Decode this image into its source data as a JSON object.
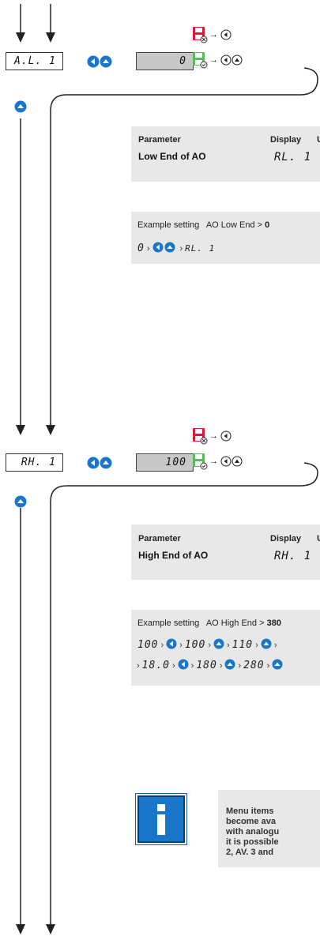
{
  "section1": {
    "menu_display": "A.L. 1",
    "value_display": "0",
    "parameter_table": {
      "col_parameter": "Parameter",
      "col_display": "Display",
      "col_unit": "U",
      "row_name": "Low End of AO",
      "row_display": "RL. 1"
    },
    "example": {
      "label": "Example setting",
      "setting": "AO Low End >",
      "value": "0",
      "seq_value": "0",
      "seq_result": "RL. 1"
    }
  },
  "section2": {
    "menu_display": "RH. 1",
    "value_display": "100",
    "parameter_table": {
      "col_parameter": "Parameter",
      "col_display": "Display",
      "col_unit": "U",
      "row_name": "High End of AO",
      "row_display": "RH. 1"
    },
    "example": {
      "label": "Example setting",
      "setting": "AO High End >",
      "value": "380",
      "line1": [
        "100",
        "100",
        "110"
      ],
      "line2": [
        "18.0",
        "180",
        "280"
      ]
    }
  },
  "note": {
    "text": "Menu items\nbecome ava\nwith analogu\nit is possible\n2, AV. 3 and"
  },
  "colors": {
    "accent_blue": "#1976c8",
    "save_red": "#d81b3c",
    "save_green": "#5cb85c",
    "panel_bg": "#e8e8e8",
    "value_bg": "#c8c8c8"
  },
  "icons": [
    "save-cancel-icon",
    "save-confirm-icon",
    "left-arrow-icon",
    "up-arrow-icon",
    "info-icon",
    "arrow-down-icon"
  ]
}
